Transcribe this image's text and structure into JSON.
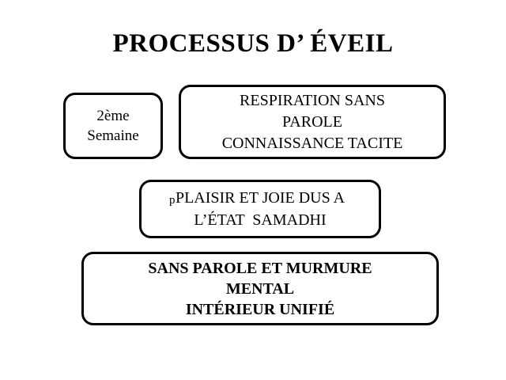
{
  "slide": {
    "background_color": "#ffffff",
    "text_color": "#000000",
    "title": "PROCESSUS D’ ÉVEIL"
  },
  "boxes": [
    {
      "name": "semaine",
      "bold": false,
      "lines": [
        "2ème",
        "Semaine"
      ]
    },
    {
      "name": "respiration",
      "bold": false,
      "lines": [
        "RESPIRATION SANS",
        "PAROLE",
        "CONNAISSANCE TACITE"
      ]
    },
    {
      "name": "plaisir",
      "bold": false,
      "lines": [
        "PLAISIR ET JOIE DUS A",
        "L’ÉTAT  SAMADHI"
      ],
      "artifact_glyph": "p"
    },
    {
      "name": "sansparole",
      "bold": true,
      "lines": [
        "SANS PAROLE ET MURMURE",
        "MENTAL",
        "INTÉRIEUR UNIFIÉ"
      ]
    }
  ]
}
